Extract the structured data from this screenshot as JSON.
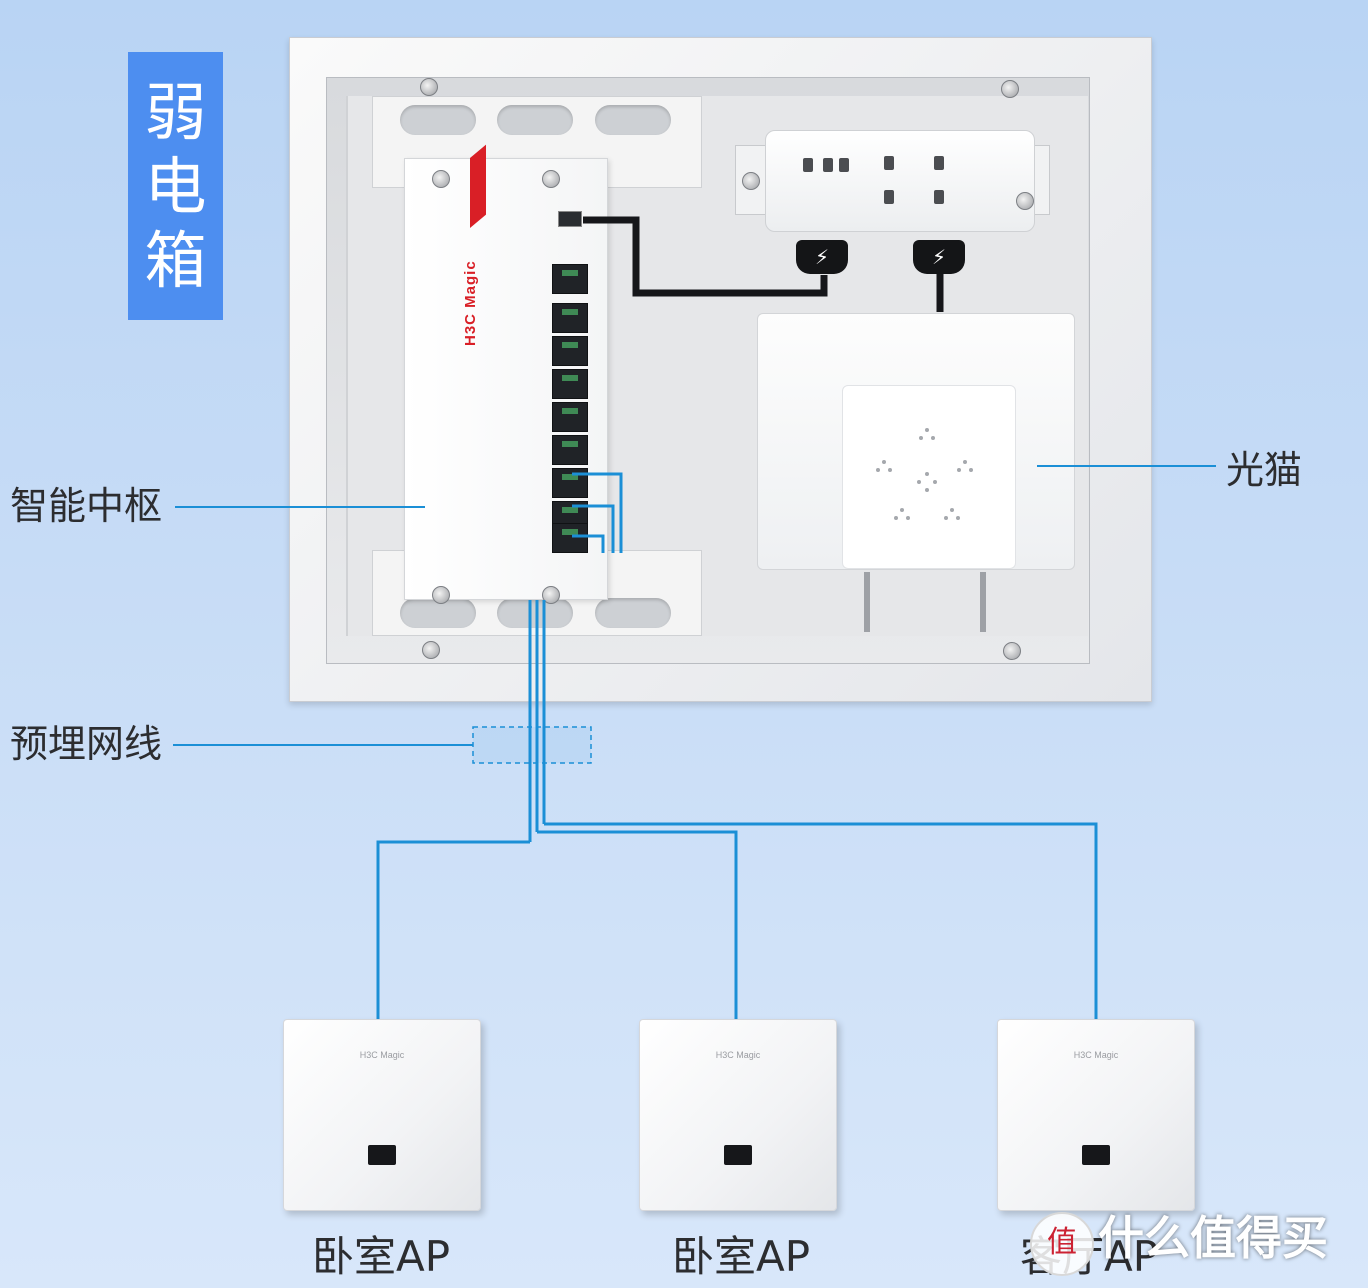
{
  "title": {
    "chars": [
      "弱",
      "电",
      "箱"
    ]
  },
  "labels": {
    "hub": "智能中枢",
    "modem": "光猫",
    "cable": "预埋网线"
  },
  "hub": {
    "brand": "H3C Magic"
  },
  "access_points": [
    {
      "label": "卧室AP",
      "brand": "H3C Magic"
    },
    {
      "label": "卧室AP",
      "brand": "H3C Magic"
    },
    {
      "label": "客厅AP",
      "brand": "H3C Magic"
    }
  ],
  "watermark": {
    "icon": "值",
    "text": "什么值得买"
  },
  "colors": {
    "title_badge": "#4d8ef0",
    "cable_line": "#1b8fd6",
    "brand_red": "#d91f26",
    "background": "#c7dcf6"
  },
  "icons": [
    "power-plug-icon",
    "ethernet-port-icon",
    "screw-icon"
  ]
}
